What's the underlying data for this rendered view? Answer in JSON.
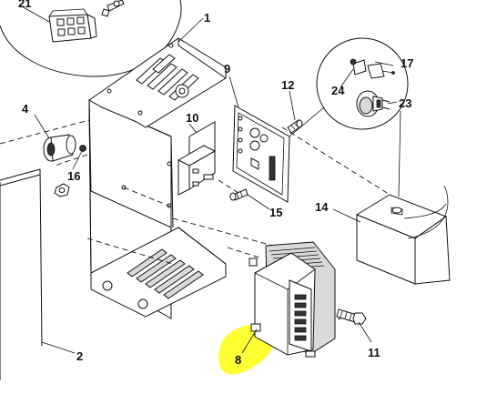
{
  "diagram": {
    "callouts": {
      "c1": "1",
      "c2": "2",
      "c4": "4",
      "c8": "8",
      "c9": "9",
      "c10": "10",
      "c11": "11",
      "c12": "12",
      "c14": "14",
      "c15": "15",
      "c16": "16",
      "c17": "17",
      "c21": "21",
      "c23": "23",
      "c24": "24"
    },
    "highlight_color": "#ffff33"
  }
}
